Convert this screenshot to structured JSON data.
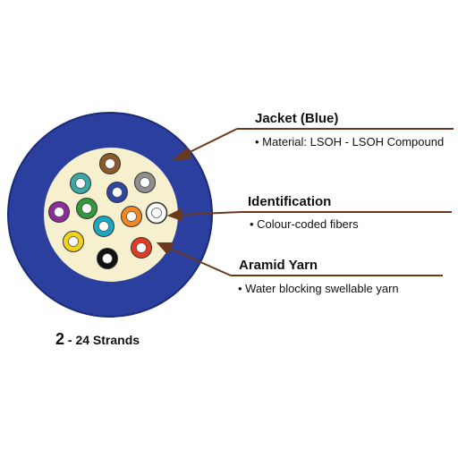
{
  "colors": {
    "jacket": "#2b3f9e",
    "jacket_edge": "#1c2a78",
    "aramid_yarn": "#f7f0cf",
    "leader": "#6b3a1c"
  },
  "labels": {
    "jacket": {
      "title": "Jacket (Blue)",
      "bullet": "• Material: LSOH - LSOH Compound"
    },
    "identification": {
      "title": "Identification",
      "bullet": "• Colour-coded fibers"
    },
    "aramid": {
      "title": "Aramid Yarn",
      "bullet": "• Water blocking swellable yarn"
    }
  },
  "caption": {
    "count": "2",
    "rest": " - 24 Strands"
  },
  "fibers": [
    {
      "name": "brown-fiber",
      "color": "#8b5a2b"
    },
    {
      "name": "gray-fiber",
      "color": "#8f8f8f"
    },
    {
      "name": "teal-fiber",
      "color": "#3aa9a6"
    },
    {
      "name": "blue-fiber",
      "color": "#2e46a3"
    },
    {
      "name": "green-fiber",
      "color": "#2f9a3c"
    },
    {
      "name": "violet-fiber",
      "color": "#8b2c9a"
    },
    {
      "name": "orange-fiber",
      "color": "#f08a1f"
    },
    {
      "name": "white-fiber",
      "color": "#ffffff"
    },
    {
      "name": "yellow-fiber",
      "color": "#f0d21a"
    },
    {
      "name": "cyan-fiber",
      "color": "#19a9c4"
    },
    {
      "name": "black-fiber",
      "color": "#111111"
    },
    {
      "name": "red-fiber",
      "color": "#e33a26"
    }
  ]
}
